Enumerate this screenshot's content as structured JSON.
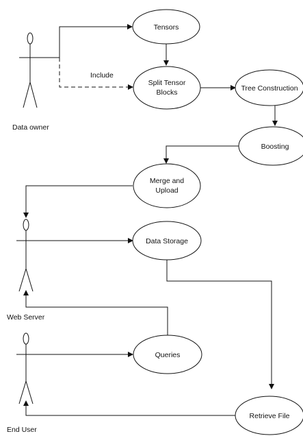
{
  "actors": {
    "data_owner": "Data owner",
    "web_server": "Web Server",
    "end_user": "End User"
  },
  "use_cases": {
    "tensors": "Tensors",
    "split_line1": "Split Tensor",
    "split_line2": "Blocks",
    "tree_construction": "Tree Construction",
    "boosting": "Boosting",
    "merge_line1": "Merge and",
    "merge_line2": "Upload",
    "data_storage": "Data Storage",
    "queries": "Queries",
    "retrieve_file": "Retrieve File"
  },
  "relations": {
    "include": "Include"
  },
  "colors": {
    "stroke": "#111111",
    "background": "#ffffff"
  }
}
